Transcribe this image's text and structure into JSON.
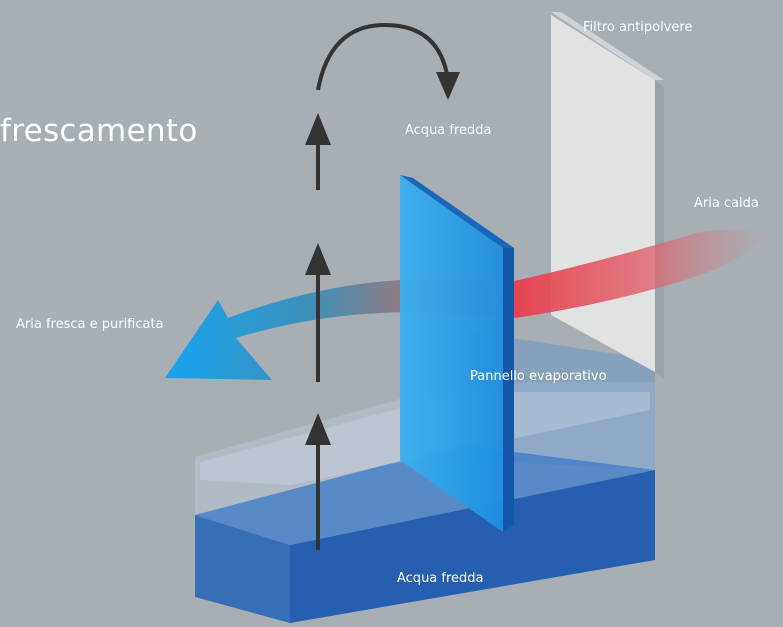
{
  "title": "frescamento",
  "labels": {
    "dust_filter": "Filtro antipolvere",
    "cold_water_top": "Acqua fredda",
    "warm_air": "Aria calda",
    "fresh_air": "Aria fresca e purificata",
    "evaporative_panel": "Pannello evaporativo",
    "cold_water_bottom": "Acqua fredda"
  },
  "colors": {
    "background": "#a7aeb4",
    "arrow_cold": "#1ea3ea",
    "arrow_warm": "#e8505a",
    "panel": "#1f8ee0",
    "water": "#2f6fc2",
    "filter": "#e6e6e6",
    "up_arrows": "#333333"
  }
}
